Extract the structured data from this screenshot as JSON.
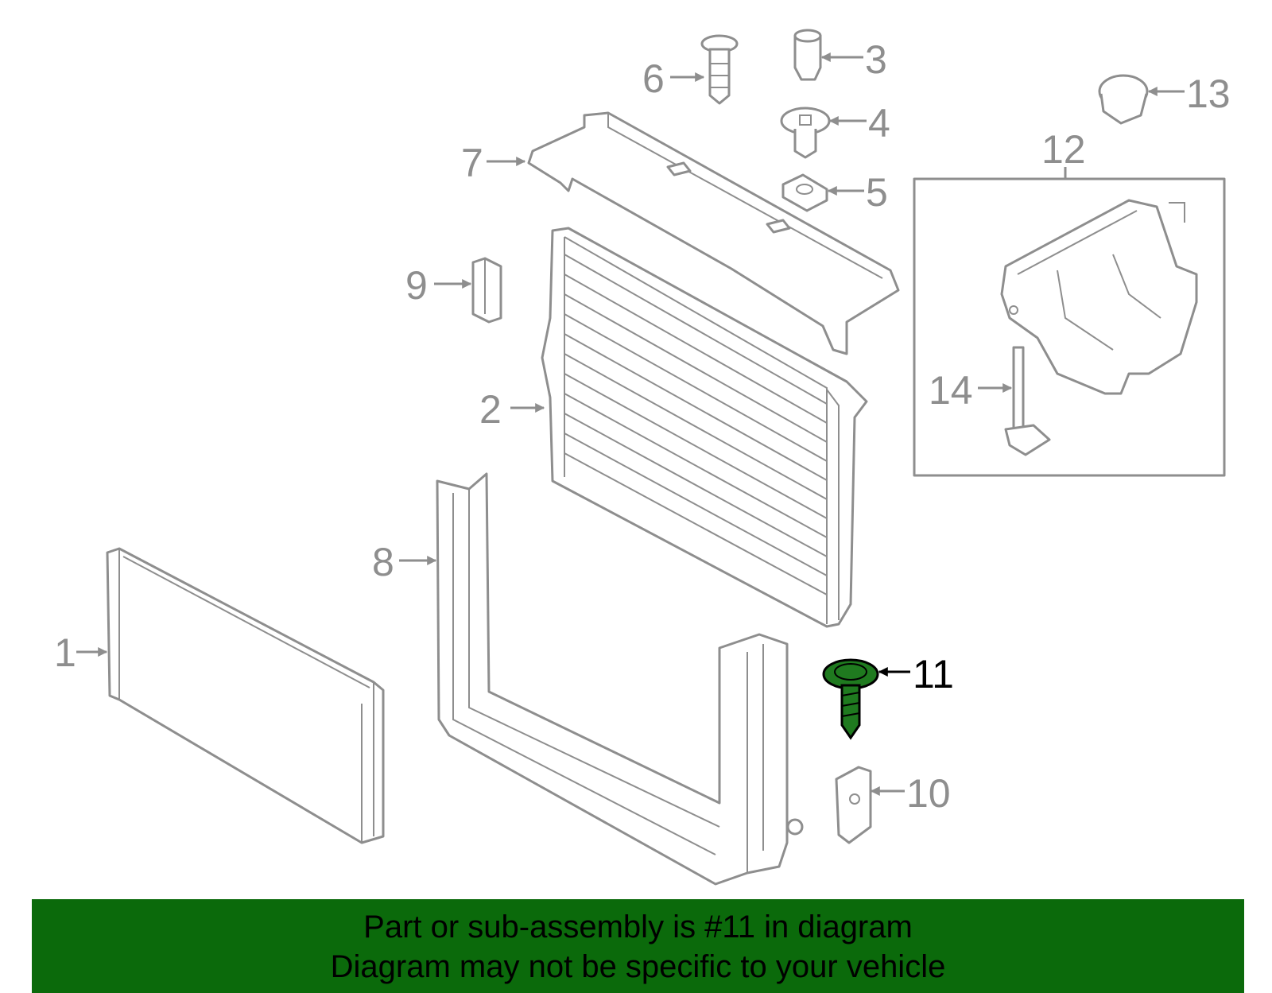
{
  "banner": {
    "line1": "Part or sub-assembly is #11 in diagram",
    "line2": "Diagram may not be specific to your vehicle"
  },
  "callouts": {
    "c1": "1",
    "c2": "2",
    "c3": "3",
    "c4": "4",
    "c5": "5",
    "c6": "6",
    "c7": "7",
    "c8": "8",
    "c9": "9",
    "c10": "10",
    "c11": "11",
    "c12": "12",
    "c13": "13",
    "c14": "14"
  },
  "highlighted_part": "11",
  "colors": {
    "line": "#8e8e8e",
    "highlight_part": "#1f7a1f",
    "banner_bg": "#0b6a0b",
    "banner_text": "#000000"
  }
}
